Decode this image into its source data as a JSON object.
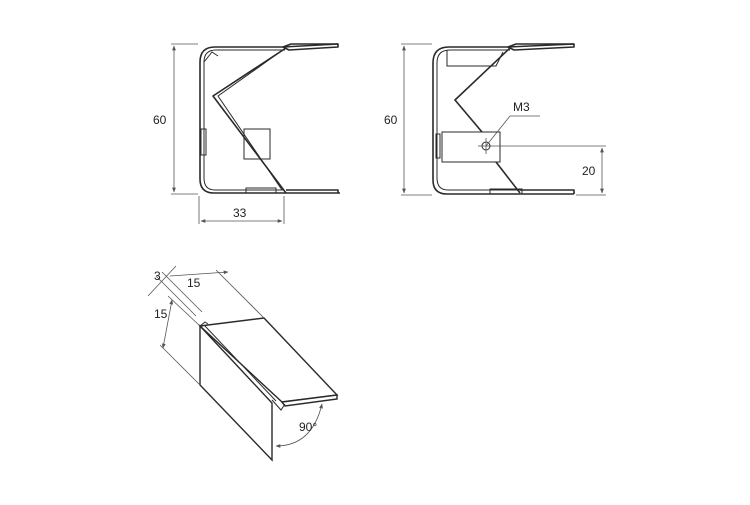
{
  "views": {
    "side_left": {
      "height_label": "60",
      "width_label": "33"
    },
    "side_right": {
      "height_label": "60",
      "thread_label": "M3",
      "offset_label": "20"
    },
    "iso": {
      "lip_label": "3",
      "flange_top_label": "15",
      "flange_left_label": "15",
      "angle_label": "90°"
    }
  },
  "colors": {
    "line": "#2a2a2a",
    "dimension": "#555555",
    "background": "#ffffff"
  }
}
